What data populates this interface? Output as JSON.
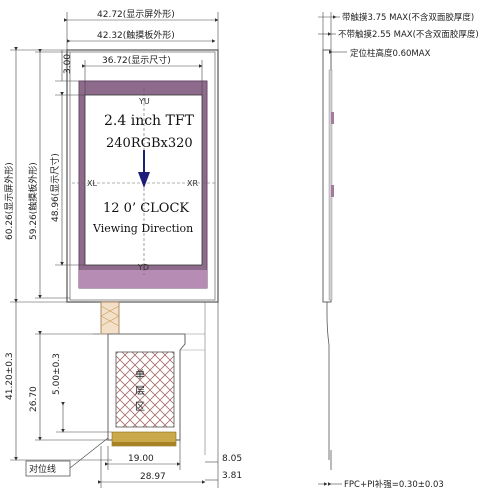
{
  "front_view": {
    "dims": {
      "outline_width": "42.72(显示屏外形)",
      "touch_panel_width": "42.32(触摸板外形)",
      "active_area_width": "36.72(显示尺寸)",
      "top_gap": "3.00",
      "outline_height": "60.26(显示屏外形)",
      "touch_panel_height": "59.26(触摸板外形)",
      "active_area_height": "48.96(显示尺寸)",
      "fpc_length": "41.20±0.3",
      "fpc_section": "26.70",
      "pad_height": "5.00±0.3",
      "fpc_width": "19.00",
      "right_offset": "8.05",
      "bottom_width": "28.97",
      "bottom_offset": "3.81"
    },
    "screen": {
      "line1": "2.4 inch TFT",
      "line2": "240RGBx320",
      "line3": "12 0’ CLOCK",
      "line4": "Viewing Direction",
      "yu": "YU",
      "yd": "YD",
      "xl": "XL",
      "xr": "XR"
    },
    "layer_label": "单\n层\n区",
    "alignment_label": "对位线"
  },
  "side_view": {
    "with_touch": "带触摸3.75 MAX(不含双面胶厚度)",
    "without_touch": "不带触摸2.55 MAX(不含双面胶厚度)",
    "post_height": "定位柱高度0.60MAX",
    "fpc_pi": "FPC+PI补强=0.30±0.03"
  }
}
